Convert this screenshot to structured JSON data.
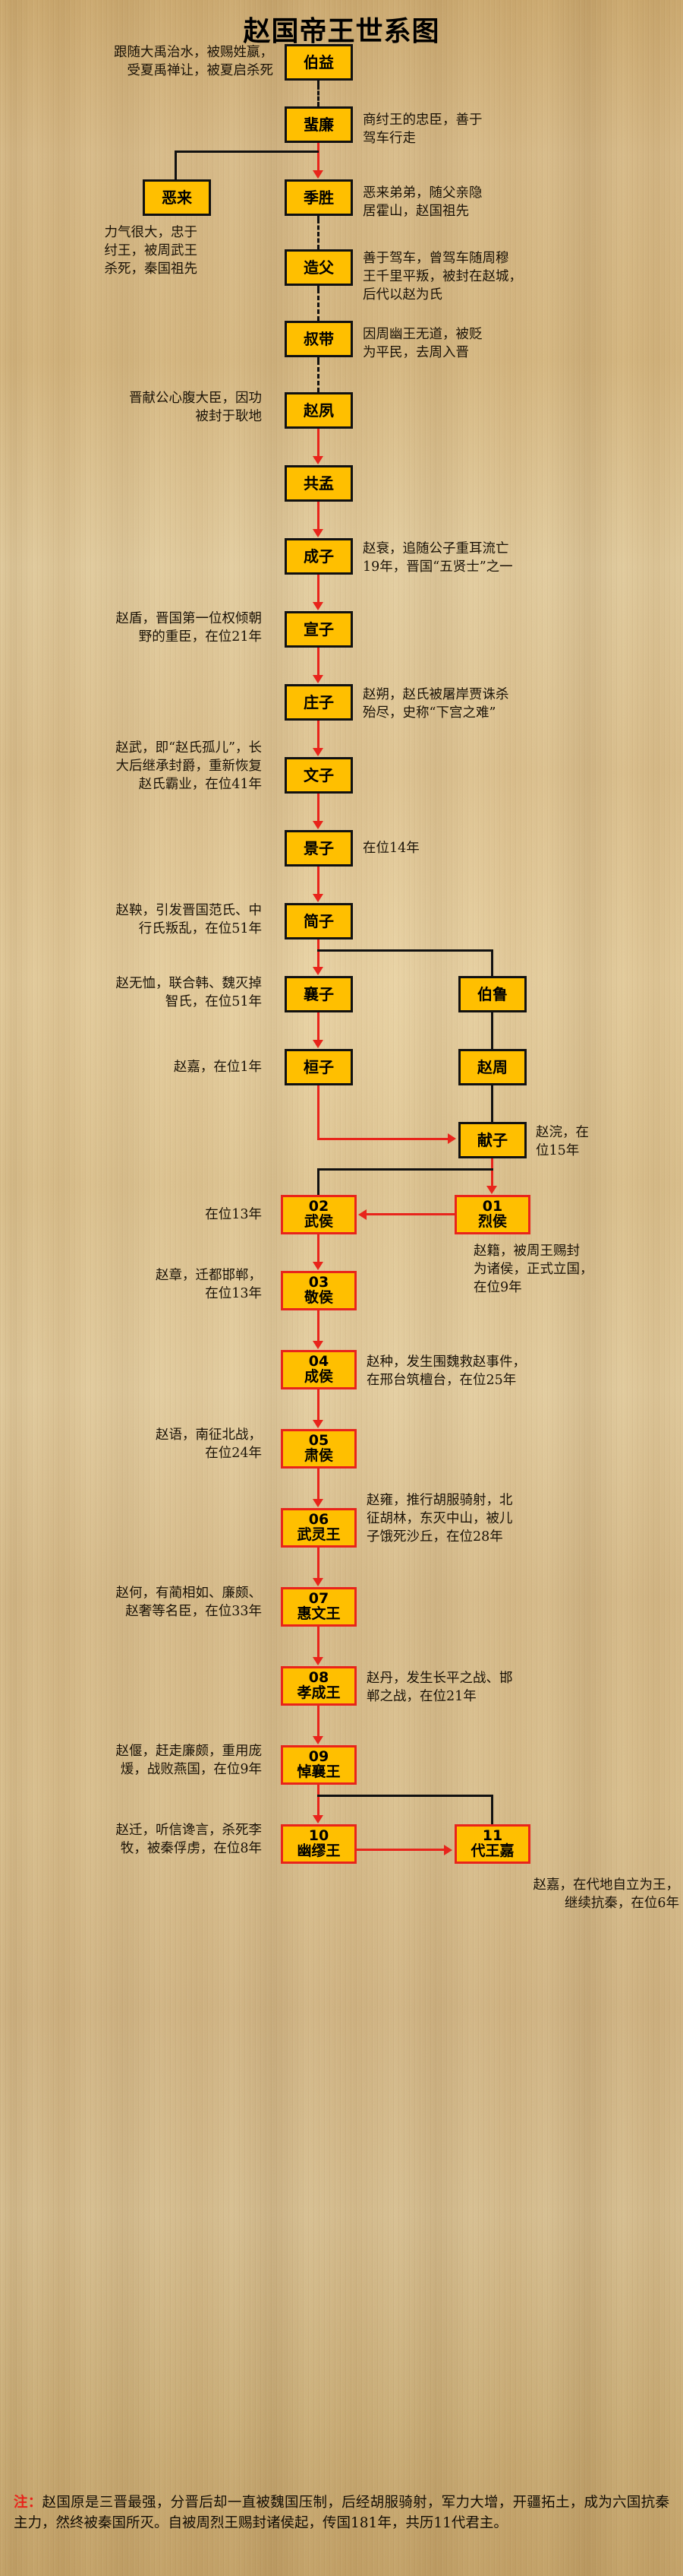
{
  "title": "赵国帝王世系图",
  "colors": {
    "node_fill": "#FFBF00",
    "node_border": "#111111",
    "king_border": "#E8241B",
    "arrow_red": "#E8241B",
    "text": "#1a1206",
    "background": "#e0c48e"
  },
  "nodes": {
    "boyi": {
      "name": "伯益"
    },
    "feilian": {
      "name": "蜚廉"
    },
    "elai": {
      "name": "恶来"
    },
    "jisheng": {
      "name": "季胜"
    },
    "zaofu": {
      "name": "造父"
    },
    "shudai": {
      "name": "叔带"
    },
    "zhaosu": {
      "name": "赵夙"
    },
    "gongmeng": {
      "name": "共孟"
    },
    "chengzi": {
      "name": "成子"
    },
    "xuanzi": {
      "name": "宣子"
    },
    "zhuangzi": {
      "name": "庄子"
    },
    "wenzi": {
      "name": "文子"
    },
    "jingzi": {
      "name": "景子"
    },
    "jianzi": {
      "name": "简子"
    },
    "xiangzi": {
      "name": "襄子"
    },
    "bolu": {
      "name": "伯鲁"
    },
    "huanzi": {
      "name": "桓子"
    },
    "zhaozhou": {
      "name": "赵周"
    },
    "xianzi": {
      "name": "献子"
    },
    "liehou": {
      "num": "01",
      "name": "烈侯"
    },
    "wuhou": {
      "num": "02",
      "name": "武侯"
    },
    "jinghou": {
      "num": "03",
      "name": "敬侯"
    },
    "chenghou": {
      "num": "04",
      "name": "成侯"
    },
    "suhou": {
      "num": "05",
      "name": "肃侯"
    },
    "wulingwang": {
      "num": "06",
      "name": "武灵王"
    },
    "huiwenwang": {
      "num": "07",
      "name": "惠文王"
    },
    "xiaochengwang": {
      "num": "08",
      "name": "孝成王"
    },
    "daoxiangwang": {
      "num": "09",
      "name": "悼襄王"
    },
    "youmiuwang": {
      "num": "10",
      "name": "幽缪王"
    },
    "daiwangjia": {
      "num": "11",
      "name": "代王嘉"
    }
  },
  "notes": {
    "boyi": "跟随大禹治水，被赐姓嬴，\n受夏禹禅让，被夏启杀死",
    "feilian": "商纣王的忠臣，善于\n驾车行走",
    "elai": "力气很大，忠于\n纣王，被周武王\n杀死，秦国祖先",
    "jisheng": "恶来弟弟，随父亲隐\n居霍山，赵国祖先",
    "zaofu": "善于驾车，曾驾车随周穆\n王千里平叛，被封在赵城，\n后代以赵为氏",
    "shudai": "因周幽王无道，被贬\n为平民，去周入晋",
    "zhaosu": "晋献公心腹大臣，因功\n被封于耿地",
    "chengzi": "赵衰，追随公子重耳流亡\n19年，晋国“五贤士”之一",
    "xuanzi": "赵盾，晋国第一位权倾朝\n野的重臣，在位21年",
    "zhuangzi": "赵朔，赵氏被屠岸贾诛杀\n殆尽，史称“下宫之难”",
    "wenzi": "赵武，即“赵氏孤儿”，长\n大后继承封爵，重新恢复\n赵氏霸业，在位41年",
    "jingzi": "在位14年",
    "jianzi": "赵鞅，引发晋国范氏、中\n行氏叛乱，在位51年",
    "xiangzi": "赵无恤，联合韩、魏灭掉\n智氏，在位51年",
    "huanzi": "赵嘉，在位1年",
    "xianzi": "赵浣，在\n位15年",
    "wuhou": "在位13年",
    "liehou": "赵籍，被周王赐封\n为诸侯，正式立国，\n在位9年",
    "jinghou": "赵章，迁都邯郸，\n在位13年",
    "chenghou": "赵种，发生围魏救赵事件，\n在邢台筑檀台，在位25年",
    "suhou": "赵语，南征北战，\n在位24年",
    "wulingwang": "赵雍，推行胡服骑射，北\n征胡林，东灭中山，被儿\n子饿死沙丘，在位28年",
    "huiwenwang": "赵何，有蔺相如、廉颇、\n赵奢等名臣，在位33年",
    "xiaochengwang": "赵丹，发生长平之战、邯\n郸之战，在位21年",
    "daoxiangwang": "赵偃，赶走廉颇，重用庞\n煖，战败燕国，在位9年",
    "youmiuwang": "赵迁，听信谗言，杀死李\n牧，被秦俘虏，在位8年",
    "daiwangjia": "赵嘉，在代地自立为王，\n继续抗秦，在位6年"
  },
  "footnote": {
    "mark": "注：",
    "text": "赵国原是三晋最强，分晋后却一直被魏国压制，后经胡服骑射，军力大增，开疆拓土，成为六国抗秦主力，然终被秦国所灭。自被周烈王赐封诸侯起，传国181年，共历11代君主。"
  }
}
